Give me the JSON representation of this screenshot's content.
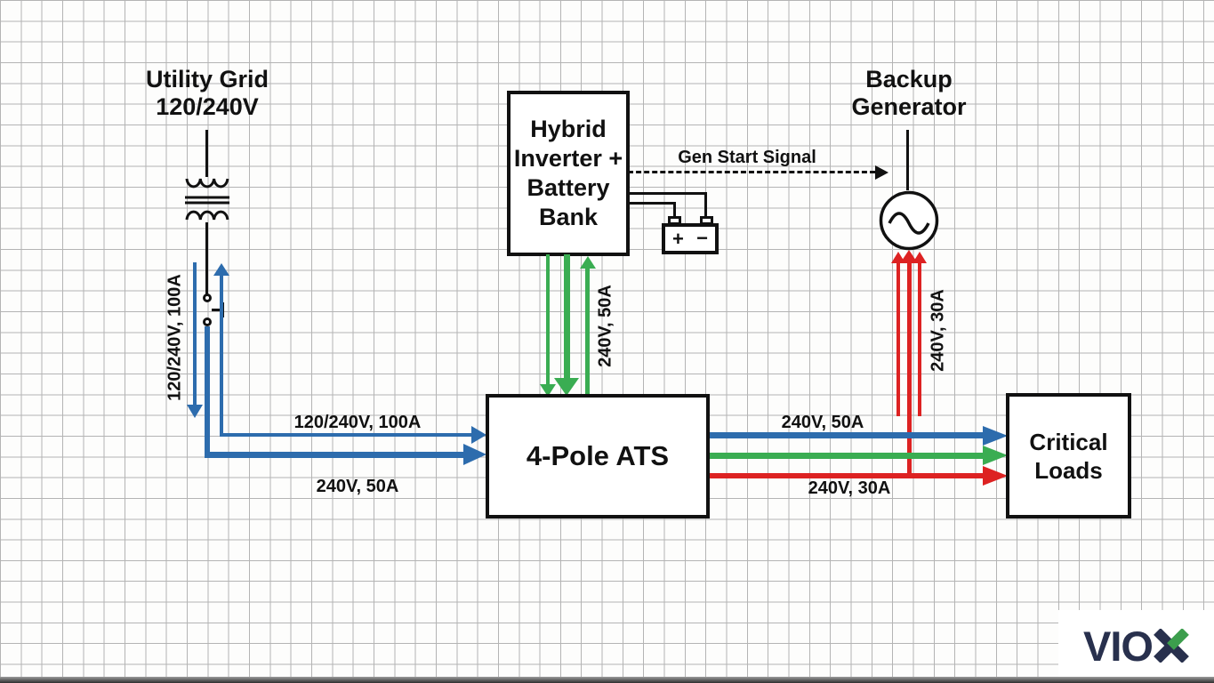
{
  "nodes": {
    "utility_grid": {
      "title": "Utility Grid",
      "subtitle": "120/240V"
    },
    "hybrid_inverter": {
      "line1": "Hybrid",
      "line2": "Inverter +",
      "line3": "Battery",
      "line4": "Bank"
    },
    "backup_generator": {
      "title": "Backup",
      "subtitle": "Generator"
    },
    "ats": {
      "label": "4-Pole ATS"
    },
    "critical_loads": {
      "line1": "Critical",
      "line2": "Loads"
    },
    "battery": {
      "plus": "+",
      "minus": "−"
    }
  },
  "connections": {
    "grid_feed_vertical_label": "120/240V, 100A",
    "grid_to_ats_label": "120/240V, 100A",
    "inverter_to_ats_lower_label": "240V, 50A",
    "inverter_feed_vertical_label": "240V, 50A",
    "generator_feed_vertical_label": "240V, 30A",
    "ats_to_loads_top_label": "240V, 50A",
    "ats_to_loads_bottom_label": "240V, 30A",
    "gen_start_signal_label": "Gen Start Signal"
  },
  "colors": {
    "utility_blue": "#2d6cad",
    "inverter_green": "#3aad52",
    "generator_red": "#dd2222",
    "wire_black": "#111111",
    "logo_navy": "#28304d",
    "logo_green": "#3c9e4d",
    "grid_line": "#b4b4b4"
  },
  "logo": {
    "text": "VIOX",
    "text_vio": "VIO",
    "letter_x": "X"
  }
}
